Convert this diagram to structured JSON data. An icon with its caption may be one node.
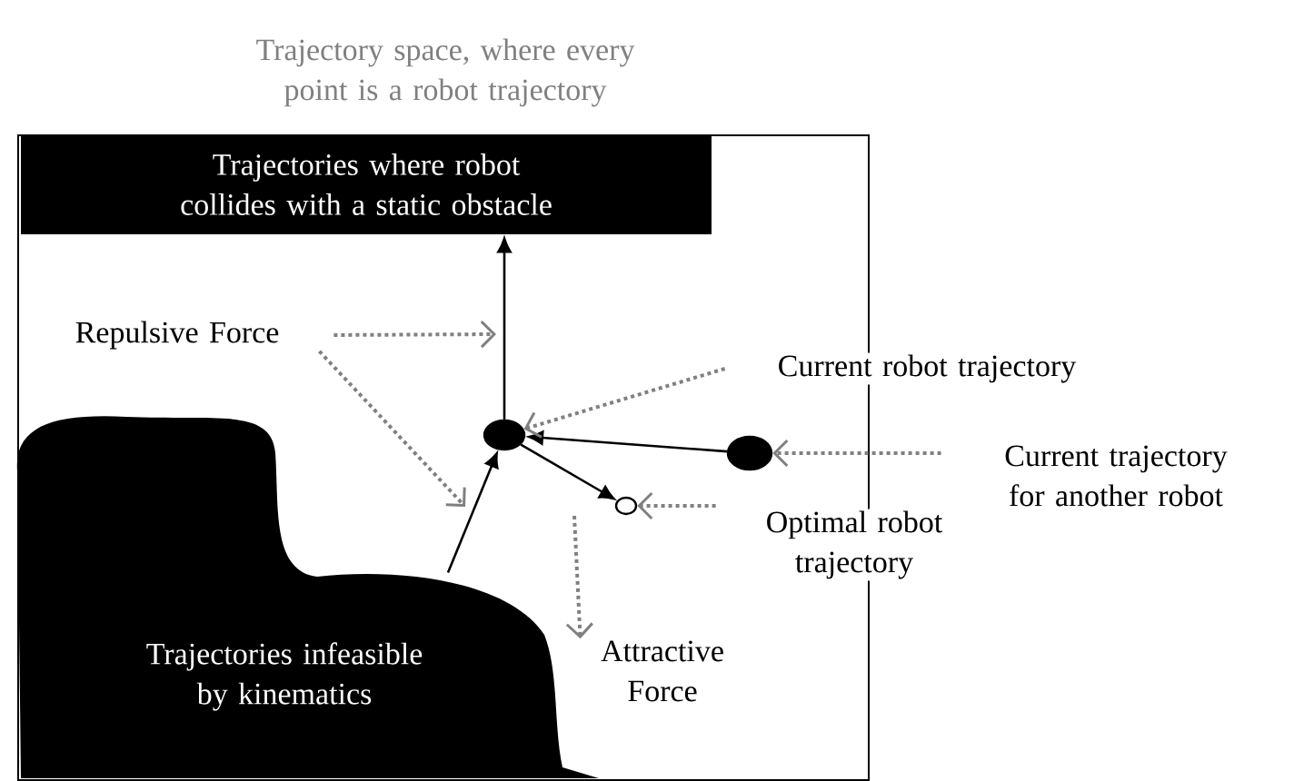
{
  "diagram": {
    "nodes": [
      {
        "text": [
          "Trajectory space, where every point is a robot trajectory"
        ]
      },
      {
        "text": [
          "Trajectories where robot collides with a static obstacle"
        ],
        "in": 0
      },
      {
        "text": [
          "Trajectories infeasible by kinematics"
        ],
        "in": 0
      },
      {
        "text": [],
        "shape": "circle",
        "in": 0
      },
      {
        "text": [],
        "shape": "circle",
        "in": 0
      },
      {
        "text": [],
        "shape": "circle",
        "in": 0
      },
      {
        "text": [
          "Repulsive Force"
        ],
        "in": 0
      },
      {
        "text": [
          "Current robot trajectory"
        ]
      },
      {
        "text": [
          "Current trajectory for another robot"
        ]
      },
      {
        "text": [
          "Optimal robot trajectory"
        ]
      },
      {
        "text": [
          "Attractive Force"
        ],
        "in": 0
      }
    ],
    "edges": [
      {
        "from": 3,
        "to": 1,
        "arrow": "to",
        "color": "#000000"
      },
      {
        "from": 2,
        "to": 3,
        "arrow": "to",
        "color": "#000000"
      },
      {
        "from": 4,
        "to": 3,
        "arrow": "to",
        "color": "#000000"
      },
      {
        "from": 3,
        "to": 5,
        "arrow": "to",
        "color": "#000000"
      },
      {
        "from": 6,
        "to": null,
        "arrow": "to",
        "style": "dashed"
      },
      {
        "from": 6,
        "to": null,
        "arrow": "to",
        "style": "dashed"
      },
      {
        "from": 7,
        "to": 3,
        "arrow": "to",
        "style": "dashed"
      },
      {
        "from": 8,
        "to": 4,
        "arrow": "to",
        "style": "dashed"
      },
      {
        "from": 9,
        "to": 5,
        "arrow": "to",
        "style": "dashed"
      },
      {
        "from": null,
        "to": 10,
        "arrow": "to",
        "style": "dashed"
      }
    ]
  }
}
